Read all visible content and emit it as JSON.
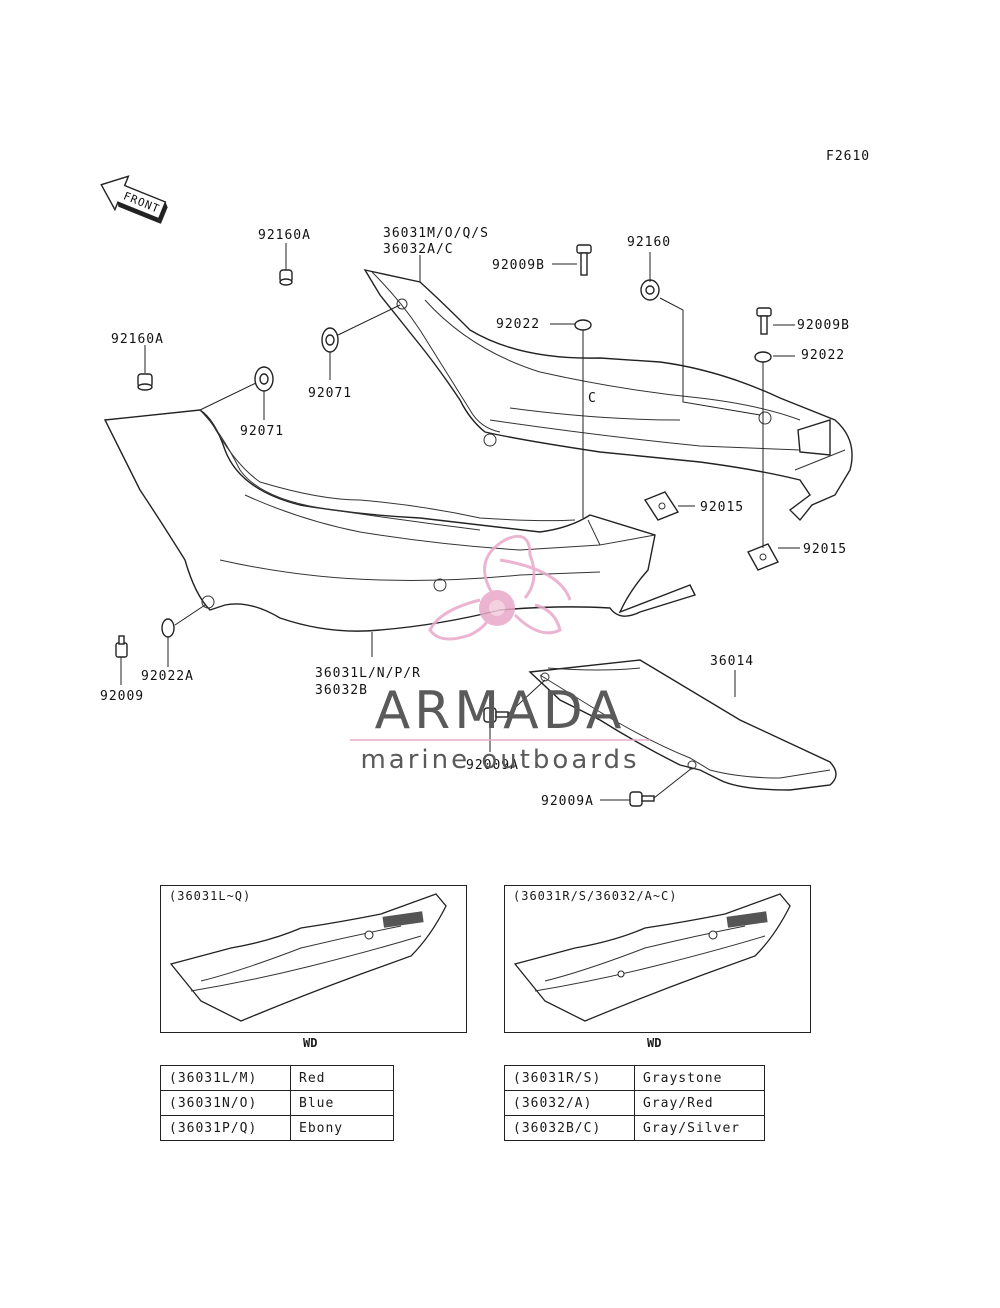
{
  "figure_code": "F2610",
  "front_label": "FRONT",
  "callouts": {
    "p92160A_top": "92160A",
    "p36031MOQS": "36031M/O/Q/S",
    "p36032AC": "36032A/C",
    "p92160": "92160",
    "p92009B_a": "92009B",
    "p92022_a": "92022",
    "p92009B_b": "92009B",
    "p92022_b": "92022",
    "p92160A_left": "92160A",
    "p92071_a": "92071",
    "p92071_b": "92071",
    "marker_c": "C",
    "p92015_a": "92015",
    "p92015_b": "92015",
    "p92022A": "92022A",
    "p92009": "92009",
    "p36031LNPR": "36031L/N/P/R",
    "p36032B": "36032B",
    "p36014": "36014",
    "p92009A_a": "92009A",
    "p92009A_b": "92009A"
  },
  "watermark": {
    "brand": "ARMADA",
    "tagline": "marine outboards",
    "logo_color": "#e8a8c8"
  },
  "insets": [
    {
      "caption": "(36031L~Q)",
      "region": "WD"
    },
    {
      "caption": "(36031R/S/36032/A~C)",
      "region": "WD"
    }
  ],
  "color_tables": [
    {
      "rows": [
        {
          "part": "(36031L/M)",
          "color": "Red"
        },
        {
          "part": "(36031N/O)",
          "color": "Blue"
        },
        {
          "part": "(36031P/Q)",
          "color": "Ebony"
        }
      ]
    },
    {
      "rows": [
        {
          "part": "(36031R/S)",
          "color": "Graystone"
        },
        {
          "part": "(36032/A)",
          "color": "Gray/Red"
        },
        {
          "part": "(36032B/C)",
          "color": "Gray/Silver"
        }
      ]
    }
  ]
}
